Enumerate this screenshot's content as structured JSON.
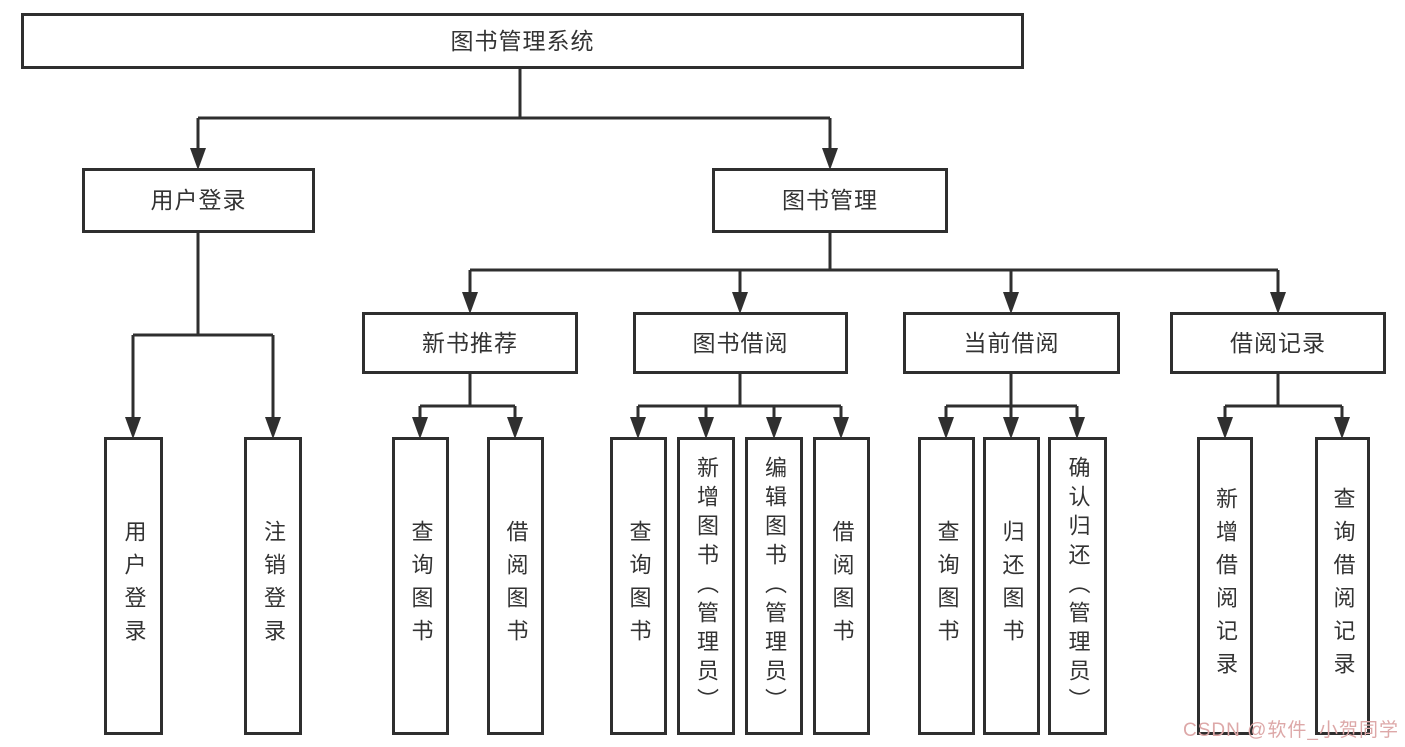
{
  "colors": {
    "line": "#2f2f2f",
    "box_border": "#2f2f2f",
    "text": "#333333",
    "watermark": "#dda8a8",
    "background": "#ffffff"
  },
  "watermark": {
    "text": "CSDN @软件_小贺同学"
  },
  "tree": {
    "root": {
      "label": "图书管理系统"
    },
    "children": [
      {
        "label": "用户登录",
        "children": [
          {
            "label": "用户登录"
          },
          {
            "label": "注销登录"
          }
        ]
      },
      {
        "label": "图书管理",
        "children": [
          {
            "label": "新书推荐",
            "children": [
              {
                "label": "查询图书"
              },
              {
                "label": "借阅图书"
              }
            ]
          },
          {
            "label": "图书借阅",
            "children": [
              {
                "label": "查询图书"
              },
              {
                "label": "新增图书（管理员）"
              },
              {
                "label": "编辑图书（管理员）"
              },
              {
                "label": "借阅图书"
              }
            ]
          },
          {
            "label": "当前借阅",
            "children": [
              {
                "label": "查询图书"
              },
              {
                "label": "归还图书"
              },
              {
                "label": "确认归还（管理员）"
              }
            ]
          },
          {
            "label": "借阅记录",
            "children": [
              {
                "label": "新增借阅记录"
              },
              {
                "label": "查询借阅记录"
              }
            ]
          }
        ]
      }
    ]
  }
}
